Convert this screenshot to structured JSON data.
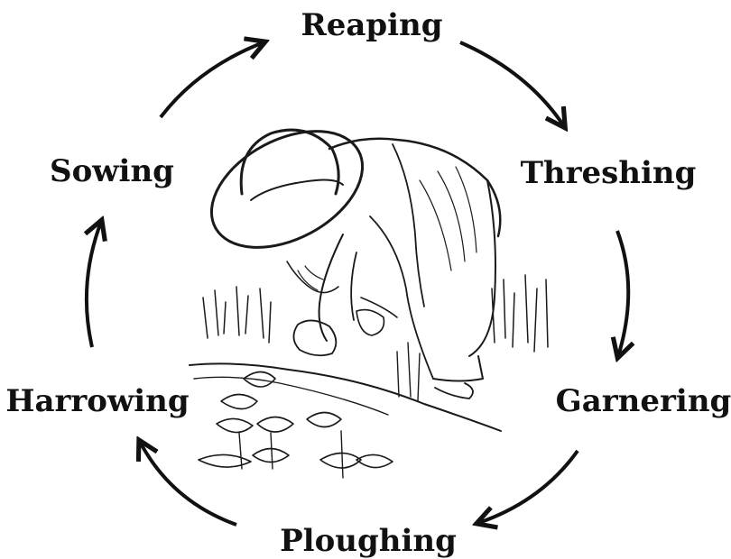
{
  "cycle": {
    "stages": [
      {
        "label": "Reaping"
      },
      {
        "label": "Threshing"
      },
      {
        "label": "Garnering"
      },
      {
        "label": "Ploughing"
      },
      {
        "label": "Harrowing"
      },
      {
        "label": "Sowing"
      }
    ],
    "direction": "clockwise",
    "arrow_color": "#111111",
    "center_image_icon": "farmer-planting-illustration-icon"
  }
}
